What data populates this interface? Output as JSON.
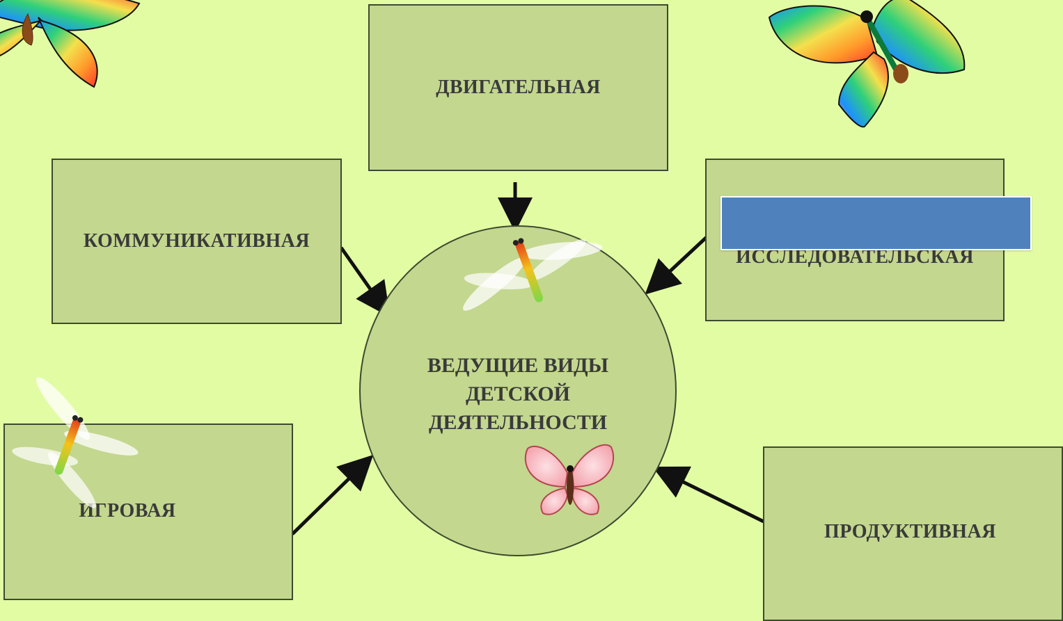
{
  "boxes": {
    "dvigatelnaya": "ДВИГАТЕЛЬНАЯ",
    "kommunikativnaya": "КОММУНИКАТИВНАЯ",
    "issledovatelskaya": "ИССЛЕДОВАТЕЛЬСКАЯ",
    "igrovaya": "ИГРОВАЯ",
    "produktivnaya": "ПРОДУКТИВНАЯ"
  },
  "center": {
    "line1": "ВЕДУЩИЕ ВИДЫ",
    "line2": "ДЕТСКОЙ",
    "line3": "ДЕЯТЕЛЬНОСТИ"
  },
  "colors": {
    "background": "#e2fca4",
    "box_fill": "#c3d78f",
    "overlay_blue": "#4f81bd"
  },
  "decorations": [
    "rainbow-butterfly-icon",
    "rainbow-butterfly-icon",
    "dragonfly-icon",
    "dragonfly-icon",
    "pink-butterfly-icon"
  ]
}
